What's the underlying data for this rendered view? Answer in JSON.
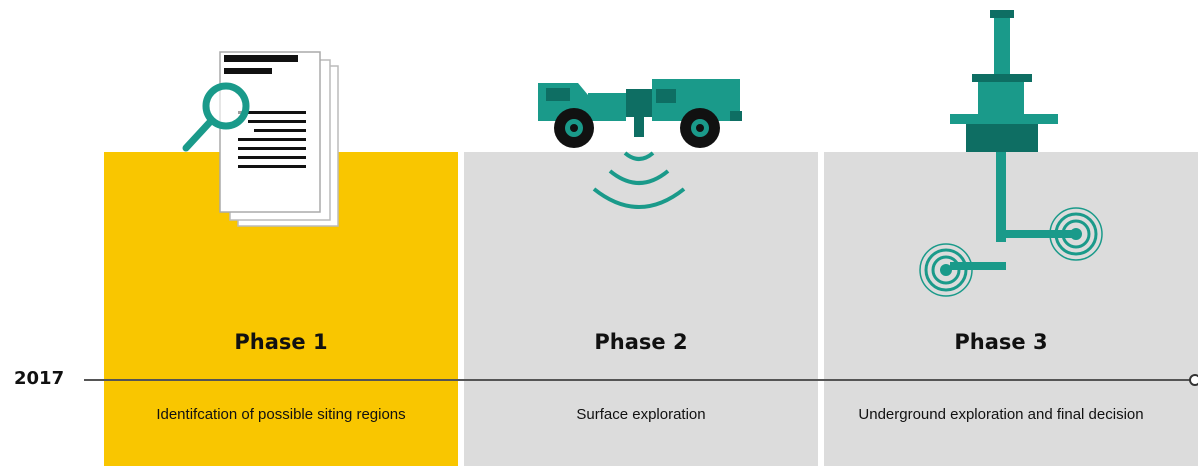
{
  "timeline": {
    "year": "2017"
  },
  "phases": [
    {
      "title": "Phase 1",
      "description": "Identifcation of possible siting regions",
      "color": "#f9c600",
      "icon": "document-magnifier-icon"
    },
    {
      "title": "Phase 2",
      "description": "Surface exploration",
      "color": "#dcdcdc",
      "icon": "survey-truck-icon"
    },
    {
      "title": "Phase 3",
      "description": "Underground exploration and final decision",
      "color": "#dcdcdc",
      "icon": "drill-rig-icon"
    }
  ],
  "colors": {
    "teal": "#1a9a8a",
    "teal_dark": "#0e6e63",
    "black": "#111111"
  }
}
